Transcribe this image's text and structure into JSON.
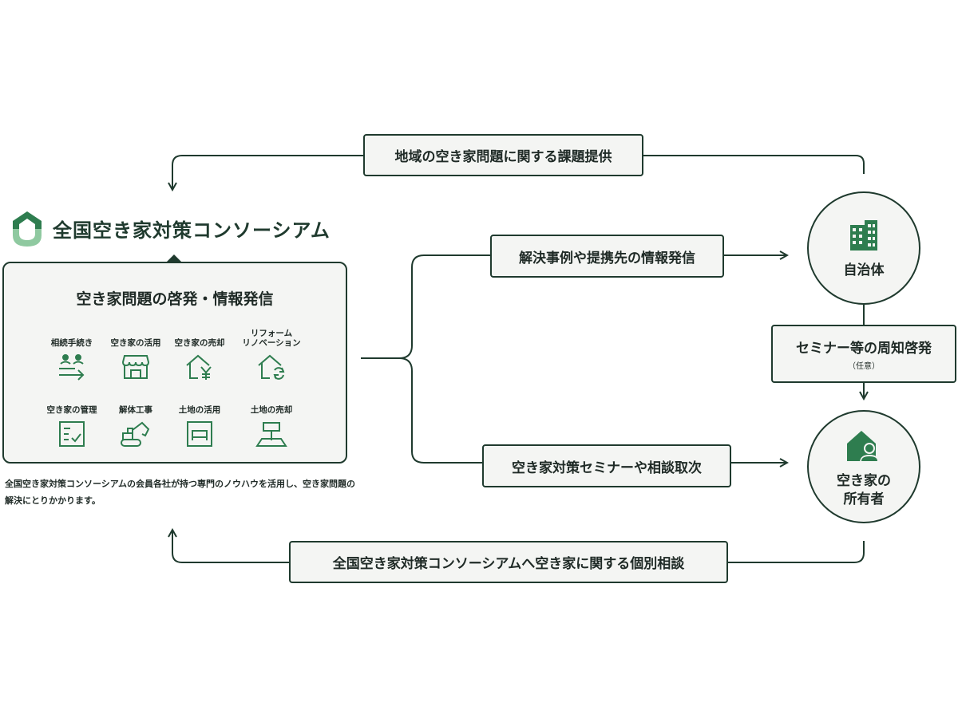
{
  "colors": {
    "dark": "#1f3a2e",
    "green": "#2e7d4f",
    "light_green": "#8fc9a0",
    "box_bg": "#f4f5f3"
  },
  "logo": {
    "icon": "consortium-logo-icon",
    "text": "全国空き家対策コンソーシアム"
  },
  "panel": {
    "title": "空き家問題の啓発・情報発信",
    "services": [
      {
        "label": "相続手続き",
        "icon": "inheritance-icon"
      },
      {
        "label": "空き家の活用",
        "icon": "storefront-icon"
      },
      {
        "label": "空き家の売却",
        "icon": "house-yen-icon"
      },
      {
        "label": "リフォーム\nリノベーション",
        "icon": "house-renovation-icon"
      },
      {
        "label": "空き家の管理",
        "icon": "checklist-icon"
      },
      {
        "label": "解体工事",
        "icon": "excavator-icon"
      },
      {
        "label": "土地の活用",
        "icon": "parking-icon"
      },
      {
        "label": "土地の売却",
        "icon": "land-sign-icon"
      }
    ],
    "description": "全国空き家対策コンソーシアムの会員各社が持つ専門のノウハウを活用し、空き家問題の解決にとりかかります。"
  },
  "flows": {
    "top": "地域の空き家問題に関する課題提供",
    "info": "解決事例や提携先の情報発信",
    "seminar": "空き家対策セミナーや相談取次",
    "bottom": "全国空き家対策コンソーシアムへ空き家に関する個別相談"
  },
  "municipality": {
    "label": "自治体",
    "icon": "building-icon"
  },
  "awareness": {
    "label": "セミナー等の周知啓発",
    "note": "（任意）"
  },
  "owner": {
    "line1": "空き家の",
    "line2": "所有者",
    "icon": "house-person-icon"
  }
}
